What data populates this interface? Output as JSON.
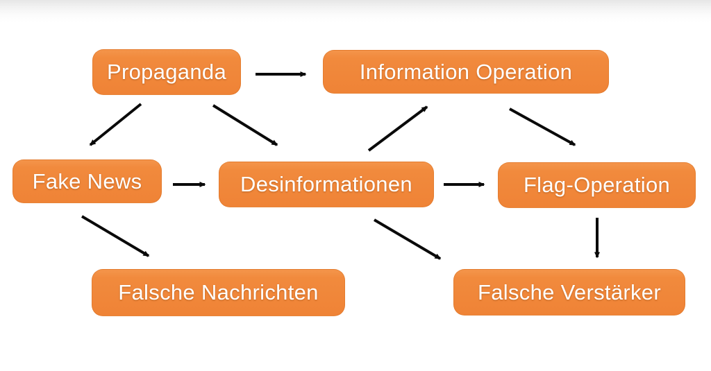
{
  "diagram": {
    "type": "flowchart",
    "colors": {
      "node_fill": "#F1893E",
      "node_text": "#FFFFFF",
      "arrow": "#000000",
      "background": "#FFFFFF",
      "background_top_shade": "#E6E6E6"
    },
    "nodes": [
      {
        "id": "propaganda",
        "label": "Propaganda"
      },
      {
        "id": "information-operation",
        "label": "Information Operation"
      },
      {
        "id": "fake-news",
        "label": "Fake News"
      },
      {
        "id": "desinformationen",
        "label": "Desinformationen"
      },
      {
        "id": "flag-operation",
        "label": "Flag-Operation"
      },
      {
        "id": "falsche-nachrichten",
        "label": "Falsche Nachrichten"
      },
      {
        "id": "falsche-verstaerker",
        "label": "Falsche Verstärker"
      }
    ],
    "edges": [
      {
        "from": "propaganda",
        "to": "information-operation"
      },
      {
        "from": "propaganda",
        "to": "fake-news"
      },
      {
        "from": "propaganda",
        "to": "desinformationen"
      },
      {
        "from": "fake-news",
        "to": "desinformationen"
      },
      {
        "from": "desinformationen",
        "to": "information-operation"
      },
      {
        "from": "information-operation",
        "to": "flag-operation"
      },
      {
        "from": "desinformationen",
        "to": "flag-operation"
      },
      {
        "from": "fake-news",
        "to": "falsche-nachrichten"
      },
      {
        "from": "desinformationen",
        "to": "falsche-verstaerker"
      },
      {
        "from": "flag-operation",
        "to": "falsche-verstaerker"
      }
    ]
  }
}
